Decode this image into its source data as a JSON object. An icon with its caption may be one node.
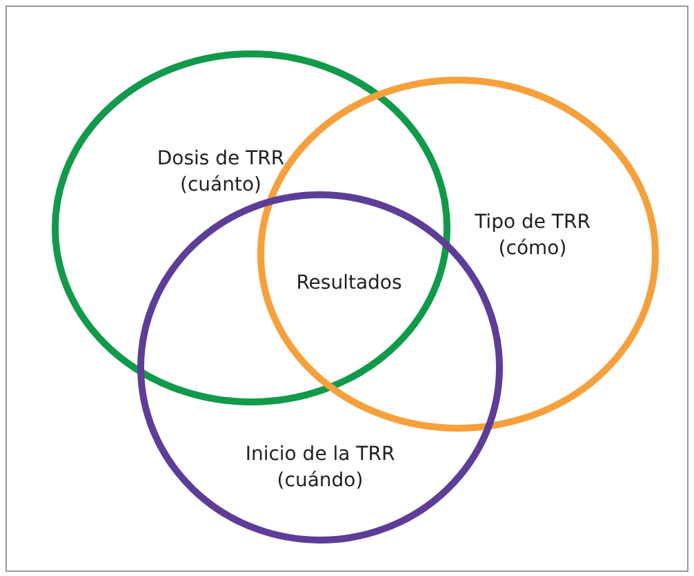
{
  "diagram": {
    "nodes": [
      {
        "text": [
          "Dosis de TRR (cuánto)"
        ]
      },
      {
        "text": [
          "Tipo de TRR (cómo)"
        ]
      },
      {
        "text": [
          "Inicio de la TRR (cuándo)"
        ]
      }
    ],
    "labels": [
      "Resultados"
    ]
  }
}
